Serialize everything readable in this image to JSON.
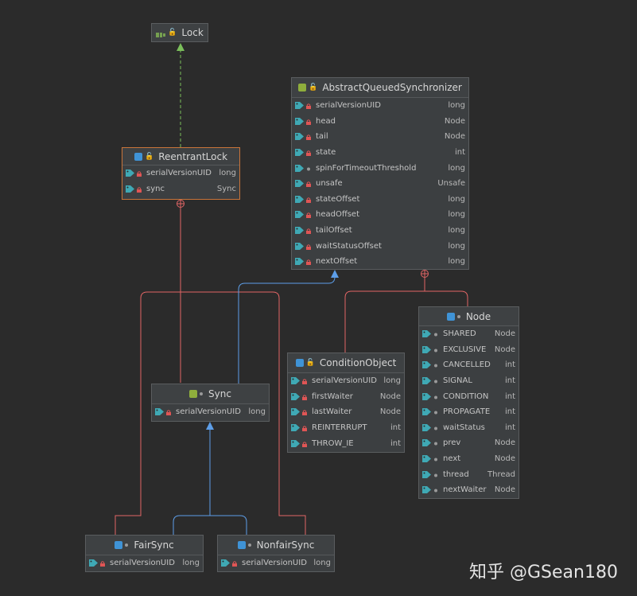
{
  "colors": {
    "implements": "#7bbf5b",
    "extends": "#5d9ee8",
    "inner": "#e06565",
    "selected_border": "#c9743a",
    "background": "#2b2b2b"
  },
  "classes": {
    "lock": {
      "name": "Lock",
      "icon": "interface-icon",
      "fields": []
    },
    "reentrant_lock": {
      "name": "ReentrantLock",
      "icon": "class-icon",
      "fields": [
        {
          "name": "serialVersionUID",
          "type": "long"
        },
        {
          "name": "sync",
          "type": "Sync"
        }
      ]
    },
    "aqs": {
      "name": "AbstractQueuedSynchronizer",
      "icon": "abstract-class-icon",
      "fields": [
        {
          "name": "serialVersionUID",
          "type": "long"
        },
        {
          "name": "head",
          "type": "Node"
        },
        {
          "name": "tail",
          "type": "Node"
        },
        {
          "name": "state",
          "type": "int"
        },
        {
          "name": "spinForTimeoutThreshold",
          "type": "long"
        },
        {
          "name": "unsafe",
          "type": "Unsafe"
        },
        {
          "name": "stateOffset",
          "type": "long"
        },
        {
          "name": "headOffset",
          "type": "long"
        },
        {
          "name": "tailOffset",
          "type": "long"
        },
        {
          "name": "waitStatusOffset",
          "type": "long"
        },
        {
          "name": "nextOffset",
          "type": "long"
        }
      ]
    },
    "node": {
      "name": "Node",
      "icon": "class-icon",
      "fields": [
        {
          "name": "SHARED",
          "type": "Node"
        },
        {
          "name": "EXCLUSIVE",
          "type": "Node"
        },
        {
          "name": "CANCELLED",
          "type": "int"
        },
        {
          "name": "SIGNAL",
          "type": "int"
        },
        {
          "name": "CONDITION",
          "type": "int"
        },
        {
          "name": "PROPAGATE",
          "type": "int"
        },
        {
          "name": "waitStatus",
          "type": "int"
        },
        {
          "name": "prev",
          "type": "Node"
        },
        {
          "name": "next",
          "type": "Node"
        },
        {
          "name": "thread",
          "type": "Thread"
        },
        {
          "name": "nextWaiter",
          "type": "Node"
        }
      ]
    },
    "condition_object": {
      "name": "ConditionObject",
      "icon": "class-icon",
      "fields": [
        {
          "name": "serialVersionUID",
          "type": "long"
        },
        {
          "name": "firstWaiter",
          "type": "Node"
        },
        {
          "name": "lastWaiter",
          "type": "Node"
        },
        {
          "name": "REINTERRUPT",
          "type": "int"
        },
        {
          "name": "THROW_IE",
          "type": "int"
        }
      ]
    },
    "sync": {
      "name": "Sync",
      "icon": "abstract-class-icon",
      "fields": [
        {
          "name": "serialVersionUID",
          "type": "long"
        }
      ]
    },
    "fair_sync": {
      "name": "FairSync",
      "icon": "class-icon",
      "fields": [
        {
          "name": "serialVersionUID",
          "type": "long"
        }
      ]
    },
    "nonfair_sync": {
      "name": "NonfairSync",
      "icon": "class-icon",
      "fields": [
        {
          "name": "serialVersionUID",
          "type": "long"
        }
      ]
    }
  },
  "watermark": "知乎 @GSean180"
}
